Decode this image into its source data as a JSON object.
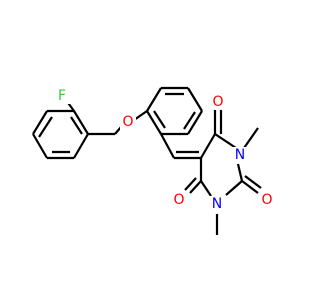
{
  "molecule": {
    "atoms": [
      {
        "id": "f",
        "label": "F",
        "color": "#33cc33"
      },
      {
        "id": "o1",
        "label": "O",
        "color": "#ff0000"
      },
      {
        "id": "o2",
        "label": "O",
        "color": "#ff0000"
      },
      {
        "id": "o3",
        "label": "O",
        "color": "#ff0000"
      },
      {
        "id": "o4",
        "label": "O",
        "color": "#ff0000"
      },
      {
        "id": "n1",
        "label": "N",
        "color": "#0000ff"
      },
      {
        "id": "n2",
        "label": "N",
        "color": "#0000ff"
      }
    ]
  }
}
